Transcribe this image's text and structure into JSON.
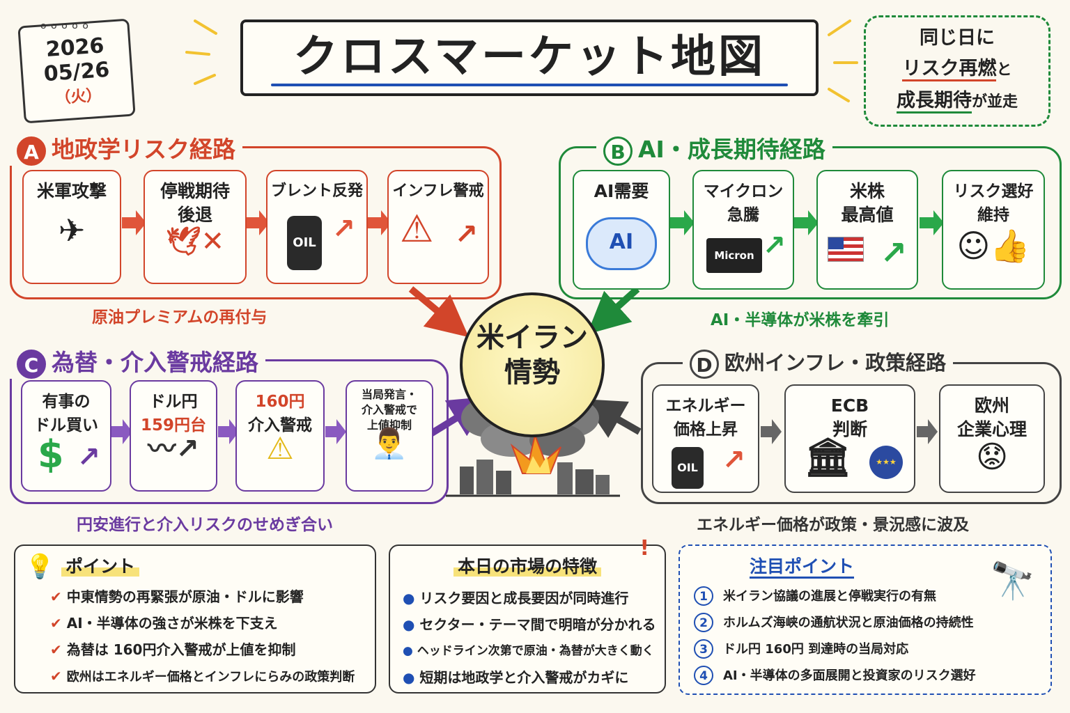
{
  "calendar": {
    "year": "2026",
    "date": "05/26",
    "weekday": "（火）"
  },
  "title": "クロスマーケット地図",
  "summary": {
    "line1": "同じ日に",
    "line2_a": "リスク再燃",
    "line2_b": "と",
    "line3_a": "成長期待",
    "line3_b": "が並走"
  },
  "center": {
    "label": "米イラン\n情勢"
  },
  "groups": {
    "a": {
      "badge": "A",
      "title": "地政学リスク経路",
      "color": "#d2452a",
      "caption": "原油プレミアムの再付与",
      "steps": [
        {
          "label": "米軍攻撃",
          "icon": "fighter-jet-icon"
        },
        {
          "label": "停戦期待\n後退",
          "icon": "crossed-dove-icon"
        },
        {
          "label": "ブレント反発",
          "icon": "oil-barrel-icon",
          "icon_text": "OIL"
        },
        {
          "label": "インフレ警戒",
          "icon": "warning-icon"
        }
      ]
    },
    "b": {
      "badge": "B",
      "title": "AI・成長期待経路",
      "color": "#1f8a3a",
      "caption": "AI・半導体が米株を牽引",
      "steps": [
        {
          "label": "AI需要",
          "icon": "ai-cloud-icon",
          "icon_text": "AI"
        },
        {
          "label": "マイクロン\n急騰",
          "icon": "micron-chip-icon",
          "icon_text": "Micron"
        },
        {
          "label": "米株\n最高値",
          "icon": "us-flag-icon"
        },
        {
          "label": "リスク選好\n維持",
          "icon": "smiley-thumbs-up-icon"
        }
      ]
    },
    "c": {
      "badge": "C",
      "title": "為替・介入警戒経路",
      "color": "#6a3aa0",
      "caption": "円安進行と介入リスクのせめぎ合い",
      "steps": [
        {
          "label": "有事の\nドル買い",
          "icon": "dollar-icon",
          "icon_text": "$"
        },
        {
          "label": "ドル円",
          "value": "159円台",
          "icon": "zigzag-up-chart-icon"
        },
        {
          "label": "介入警戒",
          "value": "160円",
          "icon": "warning-icon"
        },
        {
          "label": "当局発言・\n介入警戒で\n上値抑制",
          "icon": "official-person-icon"
        }
      ]
    },
    "d": {
      "badge": "D",
      "title": "欧州インフレ・政策経路",
      "color": "#444444",
      "caption": "エネルギー価格が政策・景況感に波及",
      "steps": [
        {
          "label": "エネルギー\n価格上昇",
          "icon": "oil-barrel-icon",
          "icon_text": "OIL"
        },
        {
          "label": "ECB\n判断",
          "icon": "bank-building-icon"
        },
        {
          "label": "欧州\n企業心理",
          "icon": "worried-person-icon"
        }
      ]
    }
  },
  "points": {
    "title": "ポイント",
    "items": [
      "中東情勢の再緊張が原油・ドルに影響",
      "AI・半導体の強さが米株を下支え",
      "為替は 160円介入警戒が上値を抑制",
      "欧州はエネルギー価格とインフレにらみの政策判断"
    ]
  },
  "features": {
    "title": "本日の市場の特徴",
    "items": [
      "リスク要因と成長要因が同時進行",
      "セクター・テーマ間で明暗が分かれる",
      "ヘッドライン次第で原油・為替が大きく動く",
      "短期は地政学と介入警戒がカギに"
    ]
  },
  "watch": {
    "title": "注目ポイント",
    "items": [
      {
        "num": "1",
        "text": "米イラン協議の進展と停戦実行の有無"
      },
      {
        "num": "2",
        "text": "ホルムズ海峡の通航状況と原油価格の持続性"
      },
      {
        "num": "3",
        "text": "ドル円 160円 到達時の当局対応"
      },
      {
        "num": "4",
        "text": "AI・半導体の多面展開と投資家のリスク選好"
      }
    ]
  },
  "colors": {
    "red": "#d2452a",
    "green": "#1f8a3a",
    "purple": "#6a3aa0",
    "gray": "#444444",
    "blue": "#1f4fb3"
  }
}
